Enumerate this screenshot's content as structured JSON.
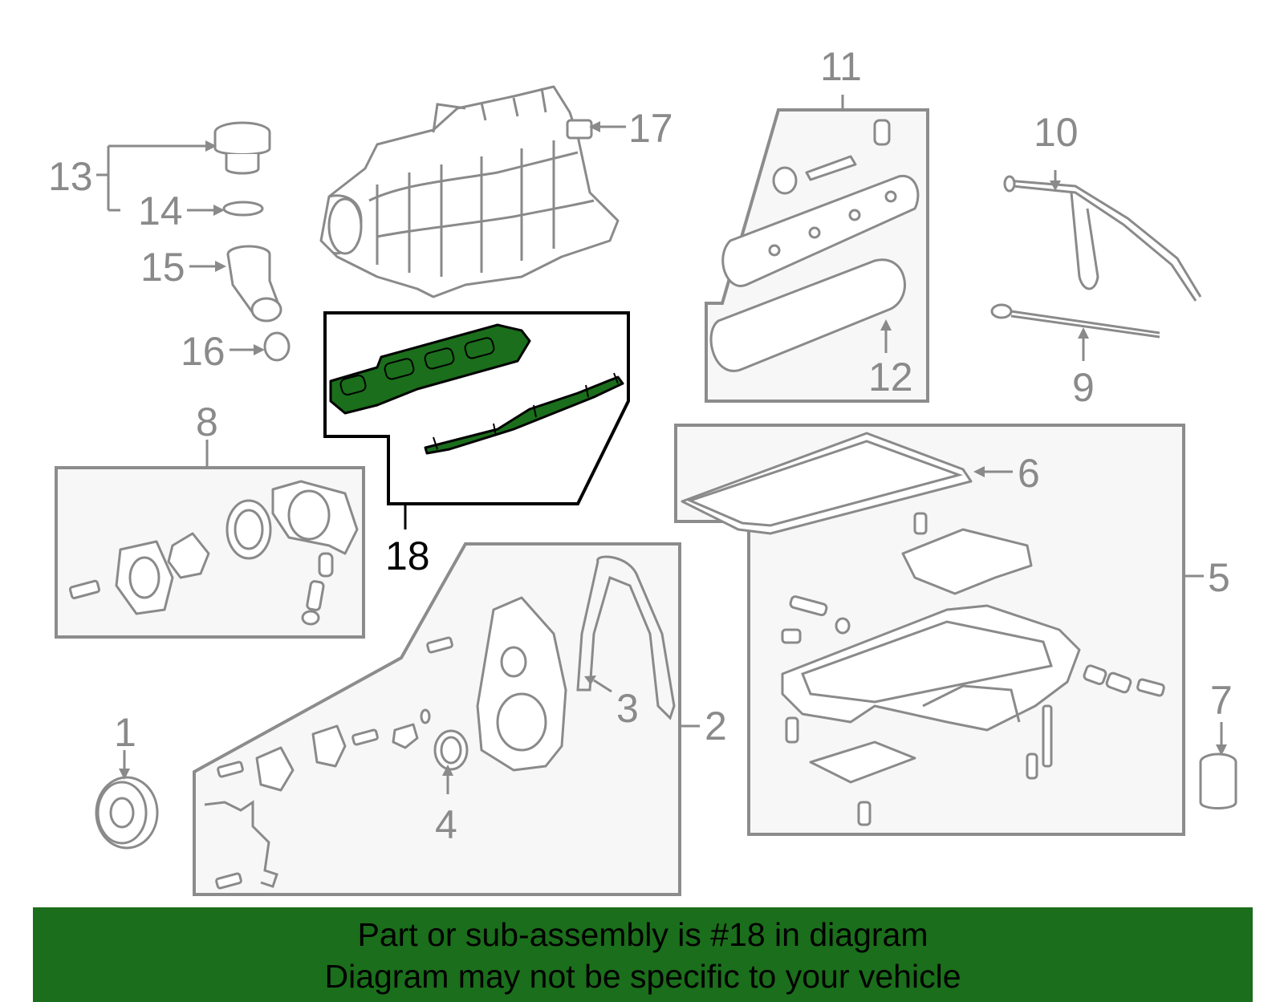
{
  "callouts": {
    "c1": "1",
    "c2": "2",
    "c3": "3",
    "c4": "4",
    "c5": "5",
    "c6": "6",
    "c7": "7",
    "c8": "8",
    "c9": "9",
    "c10": "10",
    "c11": "11",
    "c12": "12",
    "c13": "13",
    "c14": "14",
    "c15": "15",
    "c16": "16",
    "c17": "17",
    "c18": "18"
  },
  "highlight": {
    "part": "18",
    "color": "#1b6e1b"
  },
  "banner": {
    "line1": "Part or sub-assembly is #18 in diagram",
    "line2": "Diagram may not be specific to your vehicle",
    "background": "#1b6e1b"
  }
}
